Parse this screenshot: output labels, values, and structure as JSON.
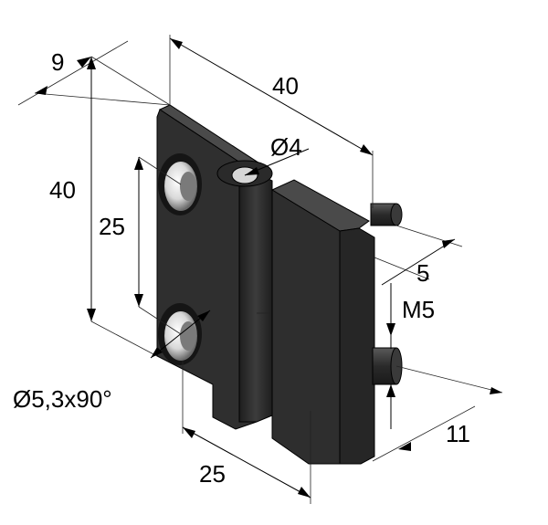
{
  "dimensions": {
    "thickness": "9",
    "width_top": "40",
    "height": "40",
    "hole_spacing": "25",
    "pin_diameter": "Ø4",
    "thread_offset": "5",
    "thread": "M5",
    "countersink": "Ø5,3x90°",
    "bottom_width": "25",
    "stud_length": "11"
  },
  "colors": {
    "part_dark": "#2b2b2b",
    "part_mid": "#3a3a3a",
    "part_light": "#4a4a4a",
    "edge": "#000000"
  }
}
